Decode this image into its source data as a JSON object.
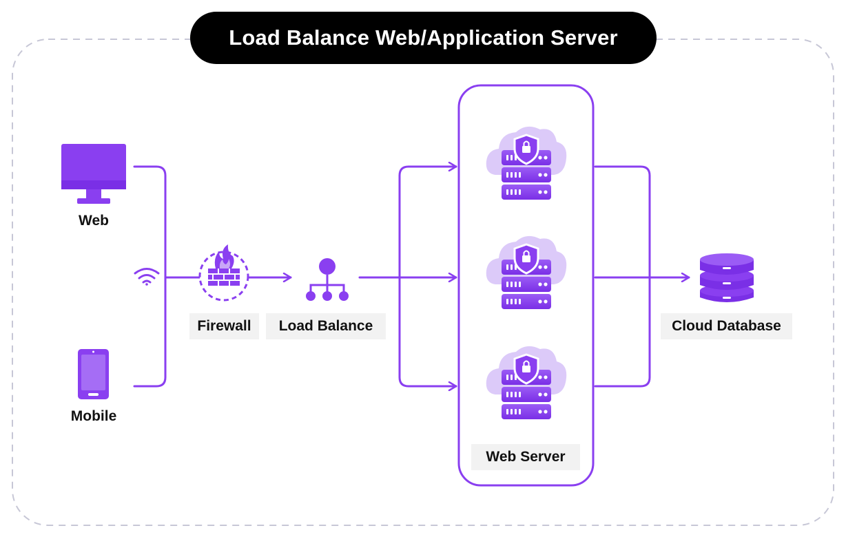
{
  "title": "Load Balance Web/Application Server",
  "clients": {
    "web_label": "Web",
    "mobile_label": "Mobile"
  },
  "network": {
    "firewall_label": "Firewall",
    "load_balance_label": "Load Balance"
  },
  "servers": {
    "group_label": "Web Server",
    "count": 3
  },
  "database": {
    "label": "Cloud Database"
  },
  "colors": {
    "accent": "#8a3ff0",
    "accent_light": "#c9a7f7",
    "accent_pale": "#e3d2fb",
    "dark": "#000000",
    "label_bg": "#f2f2f2",
    "dash": "#c7c7d6"
  },
  "icons": [
    "monitor-icon",
    "smartphone-icon",
    "wifi-icon",
    "firewall-icon",
    "network-hierarchy-icon",
    "cloud-server-icon",
    "shield-lock-icon",
    "database-icon"
  ]
}
